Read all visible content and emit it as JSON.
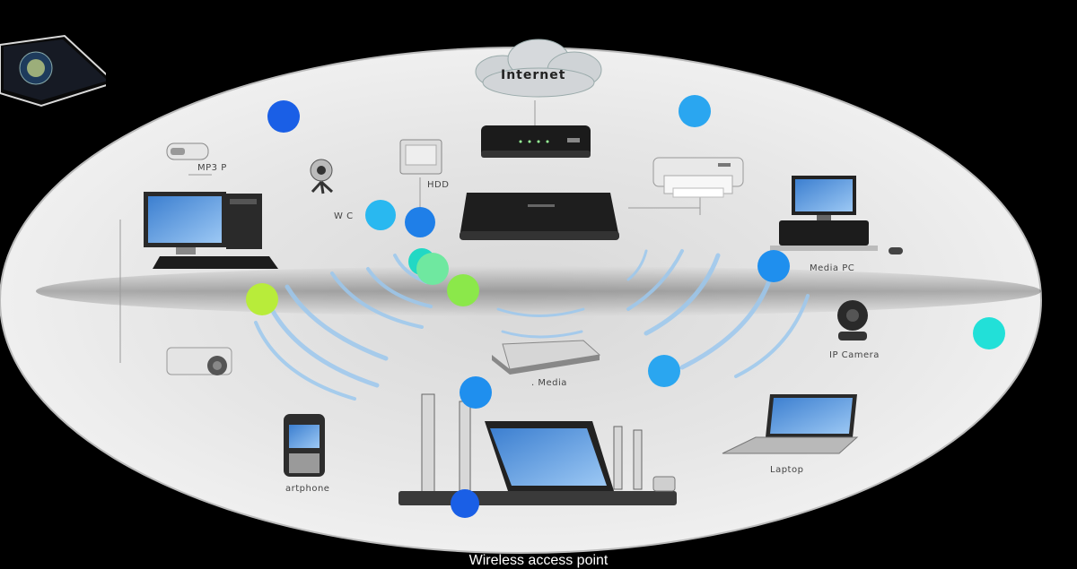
{
  "diagram": {
    "cloud_label": "Internet",
    "caption": "Wireless access point",
    "devices": {
      "mp3": "MP3 P",
      "webcam": "W  C",
      "hdd": "HDD",
      "media_pc": "Media PC",
      "ip_camera": "IP Camera",
      "media": ". Media",
      "laptop": "Laptop",
      "smartphone": "artphone"
    }
  },
  "colors": {
    "background": "#000000",
    "ellipse": "#e4e4e4",
    "wave": "#9cc8ee",
    "dot_blue": "#1a5fe6",
    "dot_lightblue": "#2aa6f0",
    "dot_cyan": "#22e0d8",
    "dot_green": "#7de84a",
    "dot_lime": "#b8ec3a"
  }
}
